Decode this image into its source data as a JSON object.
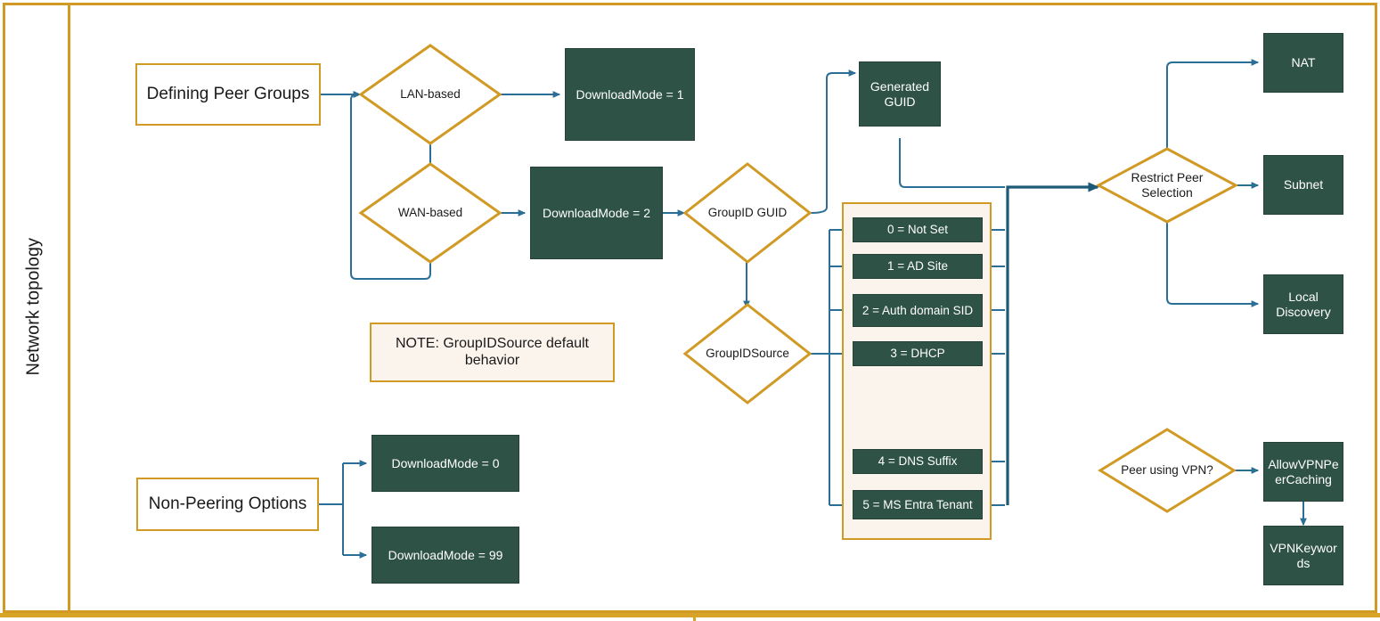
{
  "diagram": {
    "title_row_label": "Network topology",
    "colors": {
      "accent_gold": "#d09a24",
      "node_green": "#2e5246",
      "connector_blue": "#2b6e96",
      "note_background": "#fbf4ec"
    }
  },
  "entry_nodes": {
    "defining_peer_groups": "Defining Peer Groups",
    "non_peering_options": "Non-Peering Options"
  },
  "decisions": {
    "lan_based": "LAN-based",
    "wan_based": "WAN-based",
    "group_id_guid": "GroupID GUID",
    "group_id_source": "GroupIDSource",
    "restrict_peer_selection": "Restrict Peer\nSelection",
    "restrict_peer_selection_line1": "Restrict Peer",
    "restrict_peer_selection_line2": "Selection",
    "peer_using_vpn": "Peer using VPN?"
  },
  "download_modes": {
    "mode_1": "DownloadMode = 1",
    "mode_2": "DownloadMode = 2",
    "mode_0": "DownloadMode = 0",
    "mode_99": "DownloadMode = 99"
  },
  "generated_guid": {
    "line1": "Generated",
    "line2": "GUID"
  },
  "group_id_source_options": [
    {
      "label": "0 = Not Set"
    },
    {
      "label": "1 = AD Site"
    },
    {
      "label": "2 = Auth domain SID"
    },
    {
      "label": "3 = DHCP"
    },
    {
      "label": "4 = DNS Suffix"
    },
    {
      "label": "5 = MS Entra Tenant"
    }
  ],
  "note": {
    "text": "NOTE: GroupIDSource default behavior"
  },
  "peer_selection_outcomes": [
    {
      "label": "NAT"
    },
    {
      "label": "Subnet"
    },
    {
      "label": "Local\nDiscovery",
      "line1": "Local",
      "line2": "Discovery"
    }
  ],
  "vpn_nodes": {
    "allow_vpn_peer_caching_line1": "AllowVPNPe",
    "allow_vpn_peer_caching_line2": "erCaching",
    "vpn_keywords_line1": "VPNKeywor",
    "vpn_keywords_line2": "ds"
  }
}
